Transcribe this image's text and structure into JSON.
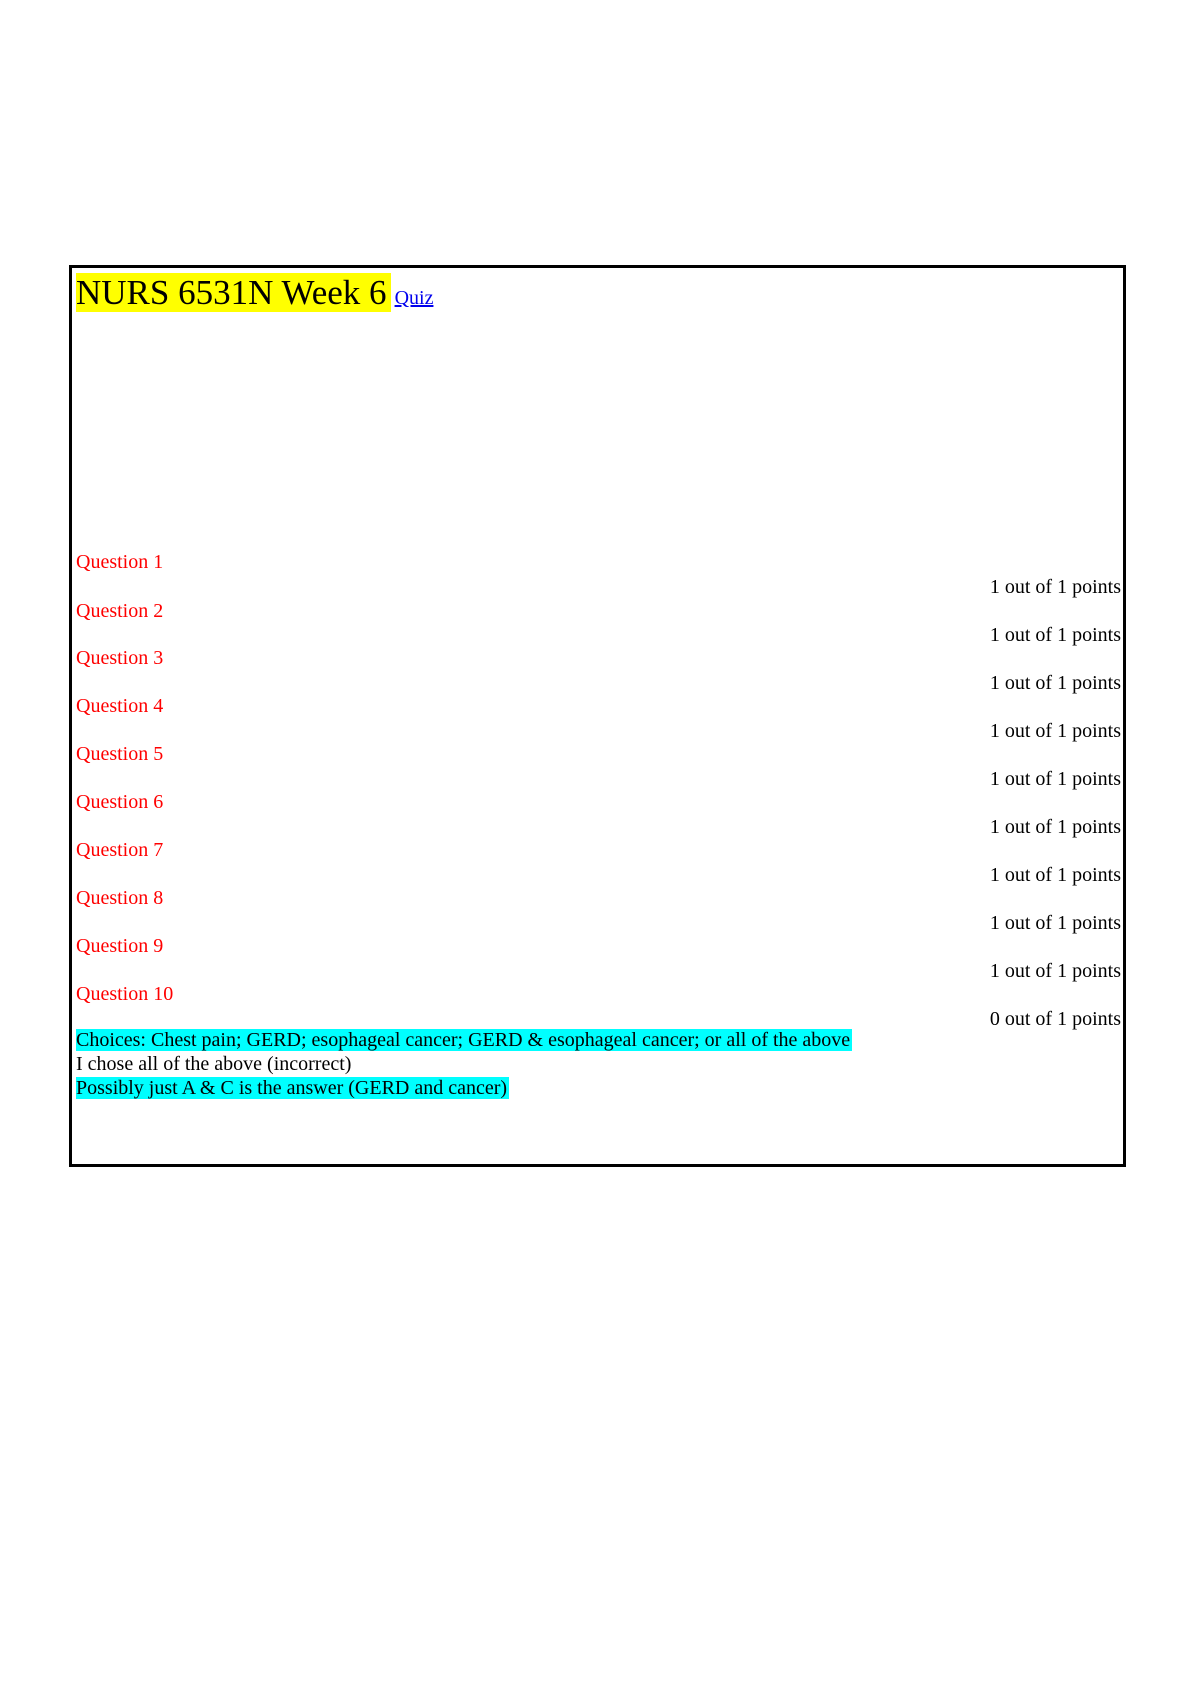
{
  "header": {
    "title": "NURS 6531N Week 6",
    "link_label": "Quiz"
  },
  "questions": [
    {
      "label": "Question 1",
      "points": "1 out of 1 points"
    },
    {
      "label": "Question 2",
      "points": "1 out of 1 points"
    },
    {
      "label": "Question 3",
      "points": "1 out of 1 points"
    },
    {
      "label": "Question 4",
      "points": "1 out of 1 points"
    },
    {
      "label": "Question 5",
      "points": "1 out of 1 points"
    },
    {
      "label": "Question 6",
      "points": "1 out of 1 points"
    },
    {
      "label": "Question 7",
      "points": "1 out of 1 points"
    },
    {
      "label": "Question 8",
      "points": "1 out of 1 points"
    },
    {
      "label": "Question 9",
      "points": "1 out of 1 points"
    },
    {
      "label": "Question 10",
      "points": "0 out of 1 points"
    }
  ],
  "notes": {
    "choices": "Choices: Chest pain; GERD; esophageal cancer; GERD & esophageal cancer; or all of the above",
    "chosen": "I chose all of the above (incorrect)",
    "possible": "Possibly just A & C is the answer (GERD and cancer)"
  },
  "colors": {
    "title_highlight": "#ffff00",
    "question_label": "#ff0000",
    "note_highlight": "#00ffff",
    "link": "#0000ee"
  }
}
